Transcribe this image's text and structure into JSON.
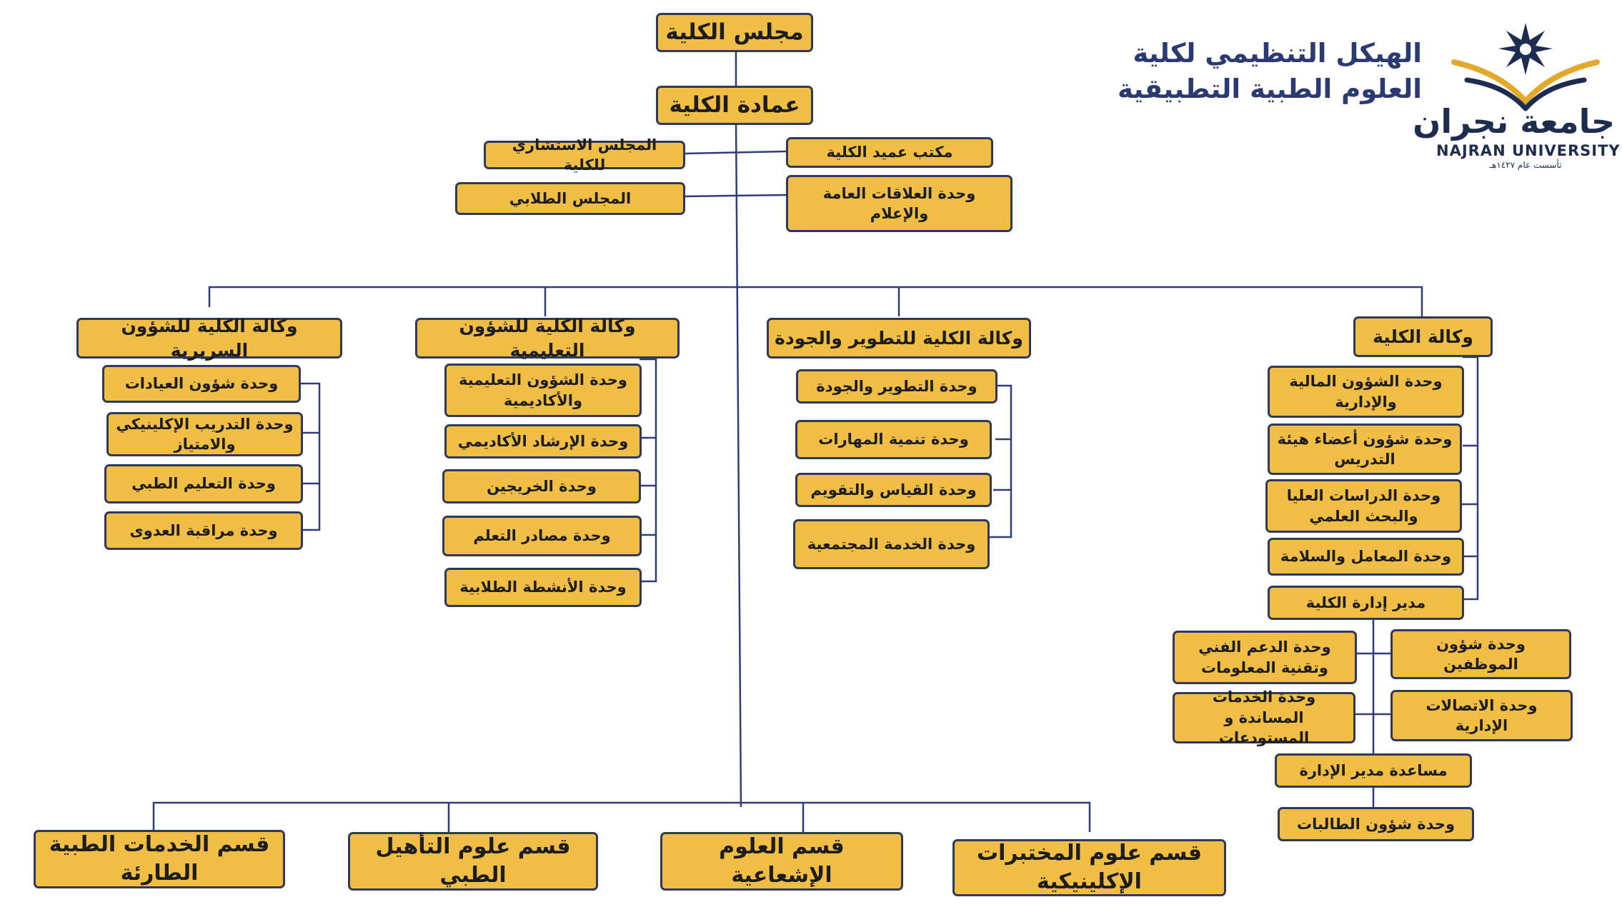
{
  "title": {
    "line1": "الهيكل التنظيمي لكلية",
    "line2": "العلوم الطبية التطبيقية"
  },
  "logo": {
    "arabic": "جامعة نجران",
    "english": "NAJRAN UNIVERSITY",
    "established": "تأسست عام ١٤٢٧هـ",
    "icon": "najran-university-star-emblem",
    "color": "#1e2c4f",
    "accent": "#e3a92a"
  },
  "colors": {
    "box_fill": "#f0bd45",
    "box_border": "#2e3a57",
    "line": "#2e3d7a",
    "title": "#2b3a73"
  },
  "top": {
    "council": "مجلس الكلية",
    "dean": "عمادة الكلية",
    "advisory_council": "المجلس الاستشاري للكلية",
    "student_council": "المجلس الطلابي",
    "dean_office": "مكتب عميد الكلية",
    "public_relations": "وحدة العلاقات العامة والإعلام"
  },
  "vice_clinical": {
    "title": "وكالة الكلية للشؤون السريرية",
    "units": [
      "وحدة شؤون العيادات",
      "وحدة التدريب الإكلينيكي والامتياز",
      "وحدة التعليم الطبي",
      "وحدة مراقبة العدوى"
    ]
  },
  "vice_education": {
    "title": "وكالة الكلية للشؤون التعليمية",
    "units": [
      "وحدة الشؤون التعليمية والأكاديمية",
      "وحدة الإرشاد الأكاديمي",
      "وحدة الخريجين",
      "وحدة مصادر التعلم",
      "وحدة الأنشطة الطلابية"
    ]
  },
  "vice_quality": {
    "title": "وكالة الكلية للتطوير والجودة",
    "units": [
      "وحدة التطوير والجودة",
      "وحدة تنمية المهارات",
      "وحدة القياس والتقويم",
      "وحدة الخدمة المجتمعية"
    ]
  },
  "vice_college": {
    "title": "وكالة الكلية",
    "units": [
      "وحدة الشؤون المالية والإدارية",
      "وحدة شؤون أعضاء هيئة التدريس",
      "وحدة الدراسات العليا والبحث العلمي",
      "وحدة المعامل والسلامة",
      "مدير إدارة الكلية"
    ]
  },
  "admin": {
    "it_support": "وحدة الدعم الفني وتقنية المعلومات",
    "support_services": "وحدة الخدمات المساندة و المستودعات",
    "staff_affairs": "وحدة شؤون الموظفين",
    "admin_comm": "وحدة الاتصالات الإدارية",
    "assistant_director": "مساعدة مدير الإدارة",
    "female_students": "وحدة شؤون الطالبات"
  },
  "departments": [
    "قسم الخدمات الطبية الطارئة",
    "قسم علوم التأهيل الطبي",
    "قسم العلوم الإشعاعية",
    "قسم علوم المختبرات الإكلينيكية"
  ]
}
